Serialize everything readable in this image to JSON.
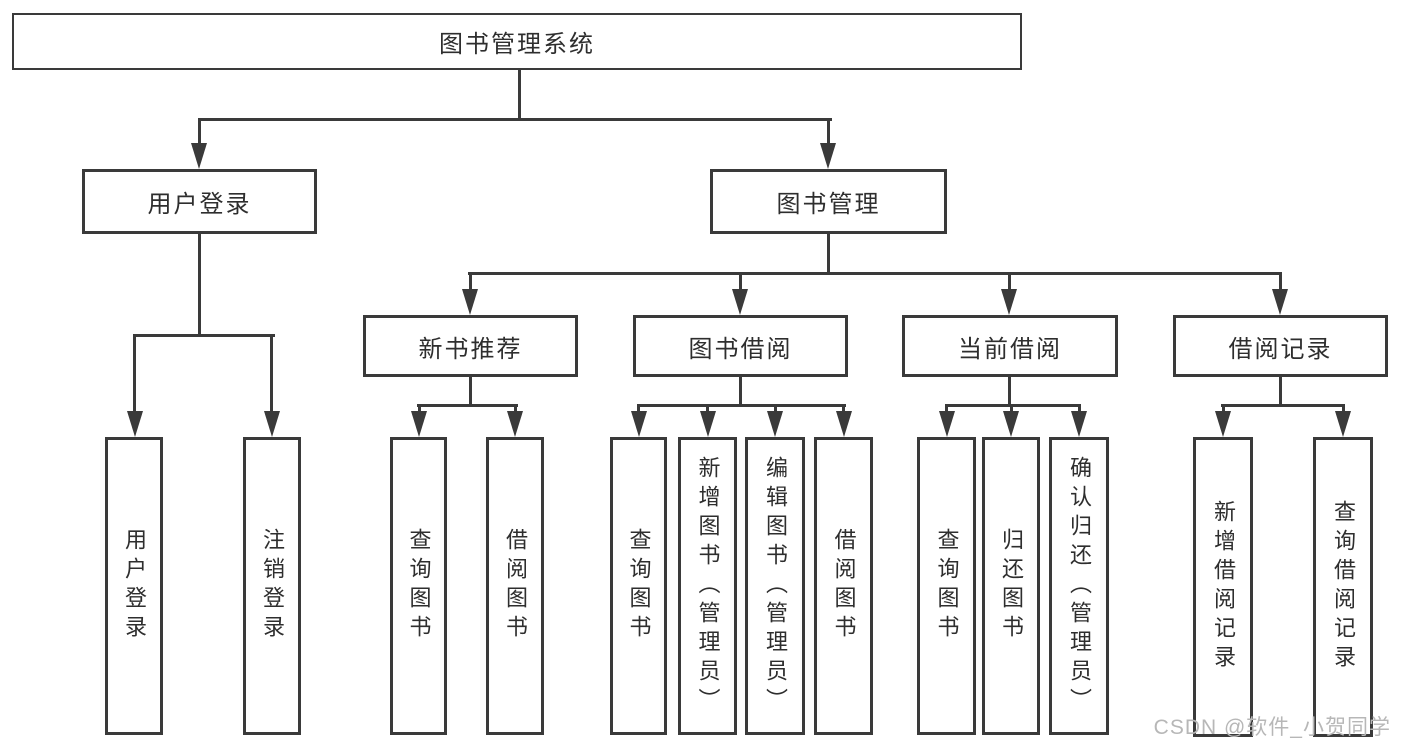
{
  "tree": {
    "label": "图书管理系统",
    "children": [
      {
        "label": "用户登录",
        "children": [
          {
            "label": "用户登录"
          },
          {
            "label": "注销登录"
          }
        ]
      },
      {
        "label": "图书管理",
        "children": [
          {
            "label": "新书推荐",
            "children": [
              {
                "label": "查询图书"
              },
              {
                "label": "借阅图书"
              }
            ]
          },
          {
            "label": "图书借阅",
            "children": [
              {
                "label": "查询图书"
              },
              {
                "label": "新增图书（管理员）"
              },
              {
                "label": "编辑图书（管理员）"
              },
              {
                "label": "借阅图书"
              }
            ]
          },
          {
            "label": "当前借阅",
            "children": [
              {
                "label": "查询图书"
              },
              {
                "label": "归还图书"
              },
              {
                "label": "确认归还（管理员）"
              }
            ]
          },
          {
            "label": "借阅记录",
            "children": [
              {
                "label": "新增借阅记录"
              },
              {
                "label": "查询借阅记录"
              }
            ]
          }
        ]
      }
    ]
  },
  "watermark": {
    "text": "CSDN @软件_小贺同学"
  },
  "colors": {
    "line": "#3a3a3a",
    "text": "#2e2e2e",
    "watermark": "#b7b7b7",
    "background": "#ffffff"
  }
}
